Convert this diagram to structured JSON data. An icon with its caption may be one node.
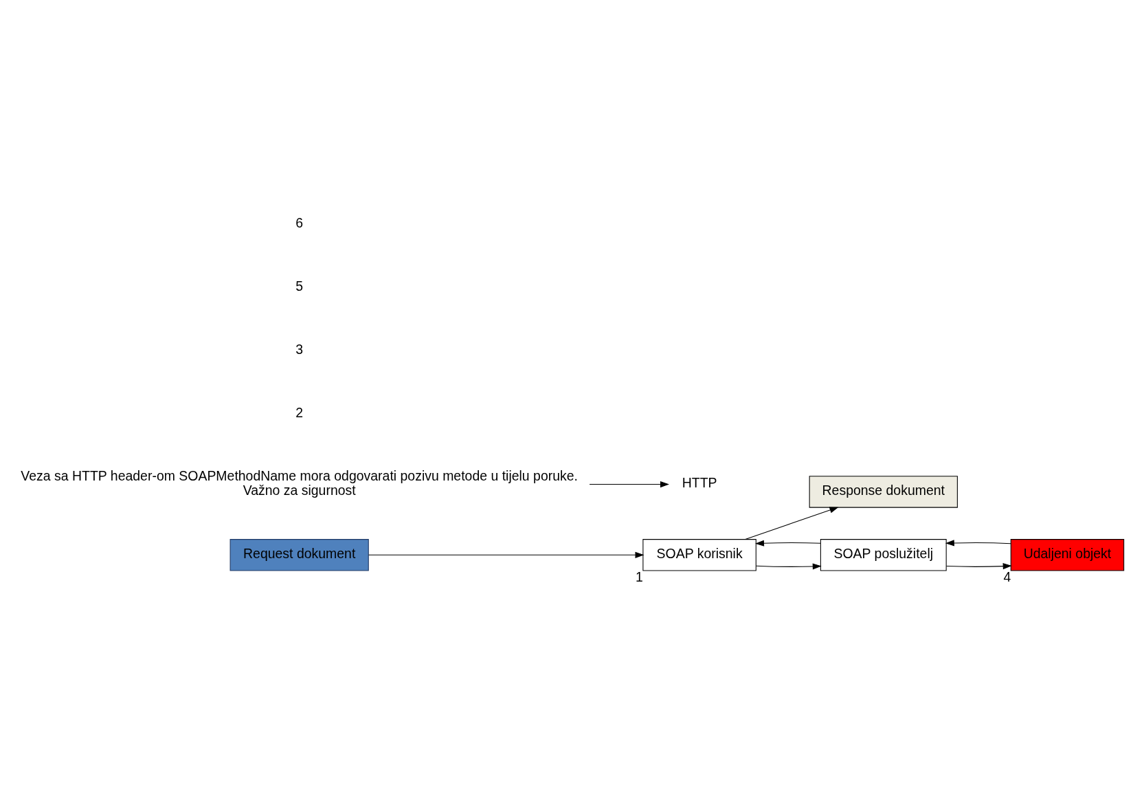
{
  "diagram": {
    "nodes": [
      {
        "text": [
          "Request dokument"
        ]
      },
      {
        "text": [
          "SOAP korisnik"
        ],
        "beside": [
          "1"
        ]
      },
      {
        "text": [
          "Response dokument"
        ]
      },
      {
        "text": [
          "HTTP"
        ]
      },
      {
        "text": [
          "Udaljeni objekt"
        ],
        "beside": [
          "4"
        ]
      },
      {
        "text": [
          "SOAP poslužitelj"
        ]
      },
      {
        "text": [
          "Veza sa HTTP header-om SOAPMethodName mora odgovarati pozivu metode u tijelu poruke.",
          "Važno za sigurnost"
        ]
      }
    ],
    "edges": [
      {
        "from": 0,
        "to": 1,
        "arrow": "to"
      },
      {
        "from": 1,
        "to": 5,
        "arrow": "to"
      },
      {
        "from": 5,
        "to": 1,
        "arrow": "to"
      },
      {
        "from": 5,
        "to": 4,
        "arrow": "to"
      },
      {
        "from": 4,
        "to": 5,
        "arrow": "to"
      },
      {
        "from": 1,
        "to": 2,
        "arrow": "to"
      },
      {
        "from": 6,
        "to": 3,
        "arrow": "to"
      }
    ],
    "labels": [
      "2",
      "3",
      "5",
      "6"
    ]
  }
}
